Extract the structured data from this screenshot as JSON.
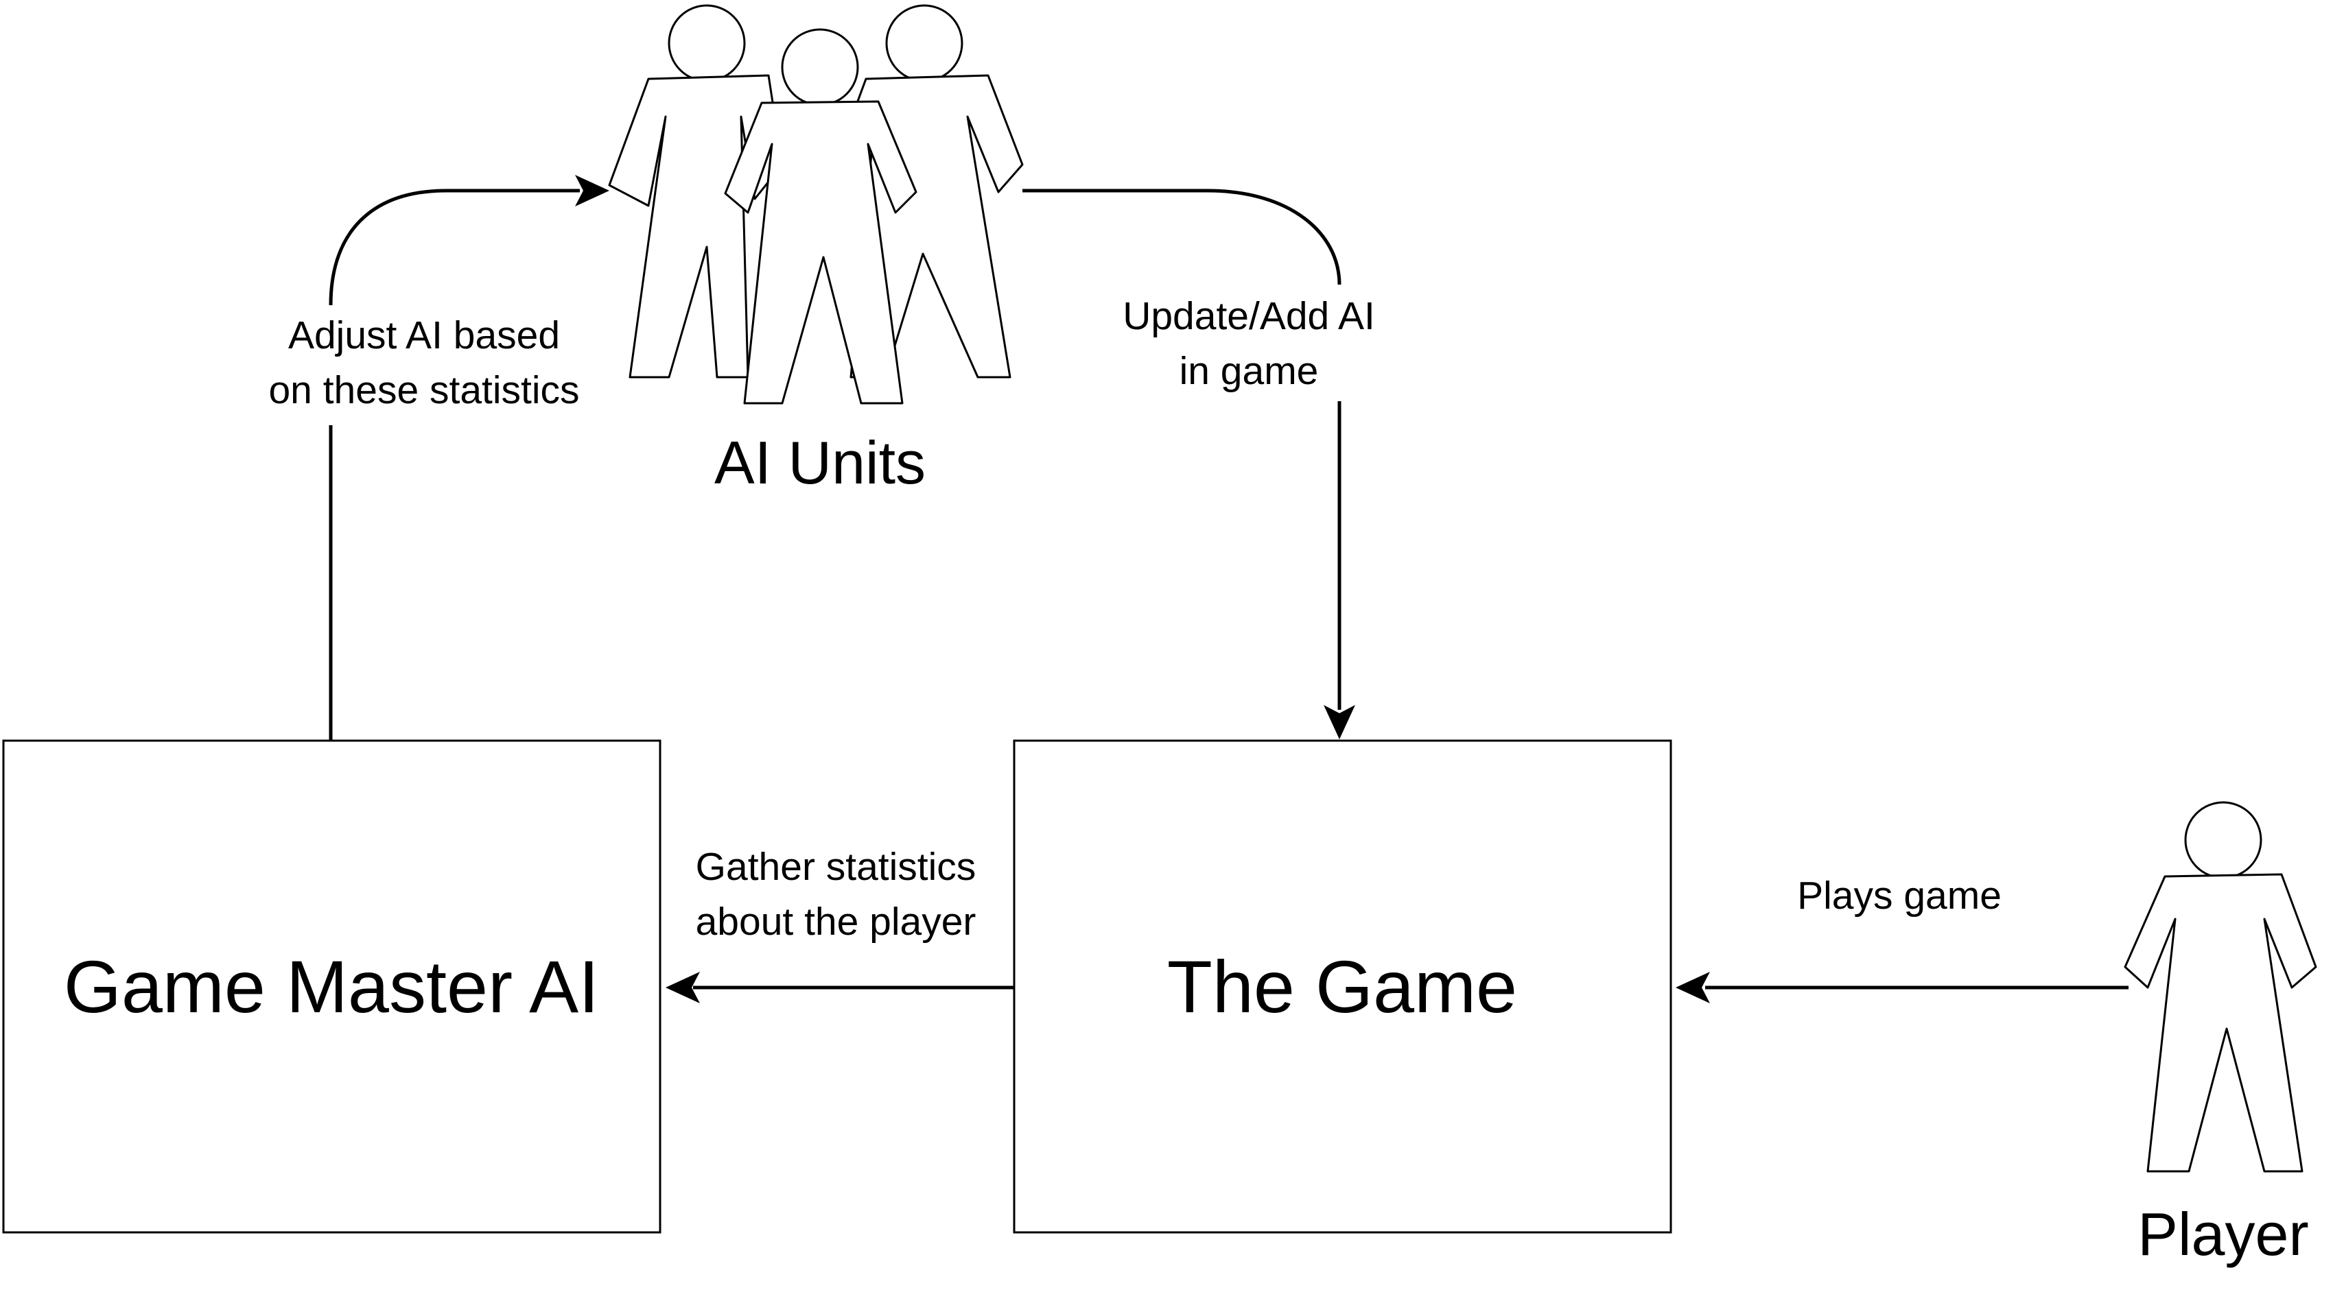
{
  "nodes": {
    "game_master": {
      "label": "Game Master AI"
    },
    "the_game": {
      "label": "The Game"
    },
    "ai_units": {
      "label": "AI Units"
    },
    "player": {
      "label": "Player"
    }
  },
  "edges": {
    "adjust_ai": {
      "line1": "Adjust AI based",
      "line2": "on these statistics"
    },
    "update_ai": {
      "line1": "Update/Add AI",
      "line2": "in game"
    },
    "gather_stats": {
      "line1": "Gather statistics",
      "line2": "about the player"
    },
    "plays_game": {
      "line1": "Plays game"
    }
  },
  "colors": {
    "stroke": "#000000",
    "background": "#ffffff"
  }
}
